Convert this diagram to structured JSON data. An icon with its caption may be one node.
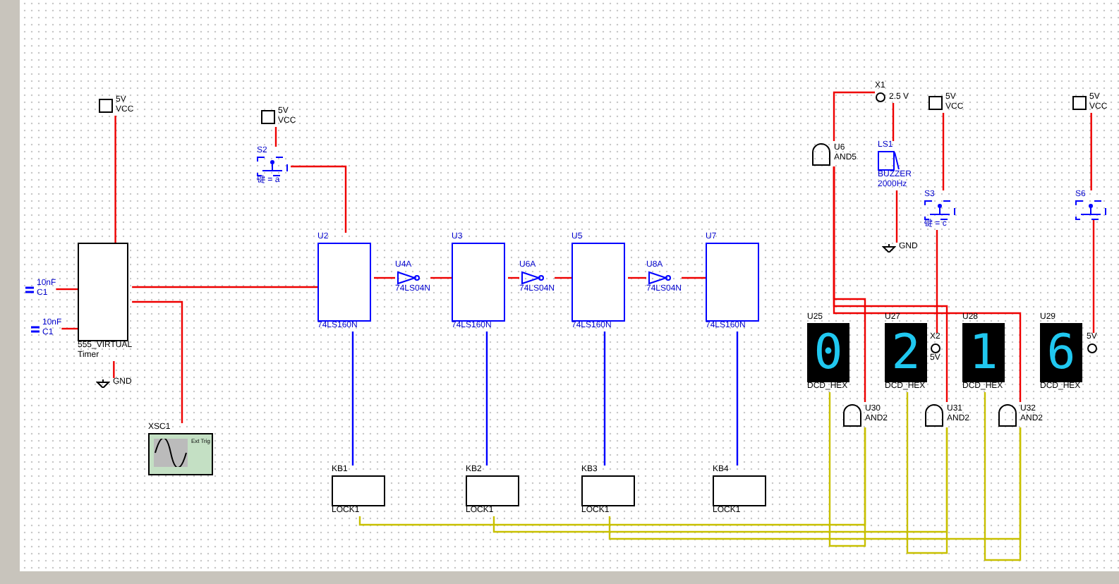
{
  "diagram": {
    "nodes": [
      {
        "text": [
          "5V",
          "VCC"
        ]
      },
      {
        "text": [
          "555_VIRTUAL",
          "Timer"
        ]
      },
      {
        "text": [
          "10nF",
          "C1"
        ]
      },
      {
        "text": [
          "10nF",
          "C1"
        ]
      },
      {
        "text": [
          "GND"
        ]
      },
      {
        "text": [
          "5V",
          "VCC"
        ]
      },
      {
        "text": [
          "S2",
          "键 = a"
        ]
      },
      {
        "text": [
          "XSC1",
          "Ext Trig"
        ]
      },
      {
        "text": [
          "U2",
          "74LS160N"
        ]
      },
      {
        "text": [
          "U3",
          "74LS160N"
        ]
      },
      {
        "text": [
          "U5",
          "74LS160N"
        ]
      },
      {
        "text": [
          "U7",
          "74LS160N"
        ]
      },
      {
        "text": [
          "U4A",
          "74LS04N"
        ]
      },
      {
        "text": [
          "U6A",
          "74LS04N"
        ]
      },
      {
        "text": [
          "U8A",
          "74LS04N"
        ]
      },
      {
        "text": [
          "KB1",
          "LOCK1"
        ]
      },
      {
        "text": [
          "KB2",
          "LOCK1"
        ]
      },
      {
        "text": [
          "KB3",
          "LOCK1"
        ]
      },
      {
        "text": [
          "KB4",
          "LOCK1"
        ]
      },
      {
        "text": [
          "X1",
          "2.5 V"
        ]
      },
      {
        "text": [
          "U6",
          "AND5"
        ]
      },
      {
        "text": [
          "LS1",
          "BUZZER",
          "2000Hz"
        ]
      },
      {
        "text": [
          "GND"
        ]
      },
      {
        "text": [
          "5V",
          "VCC"
        ]
      },
      {
        "text": [
          "S3",
          "键 = c"
        ]
      },
      {
        "text": [
          "5V",
          "VCC"
        ]
      },
      {
        "text": [
          "S6"
        ]
      },
      {
        "text": [
          "U25",
          "0",
          "DCD_HEX"
        ]
      },
      {
        "text": [
          "U27",
          "2",
          "DCD_HEX"
        ]
      },
      {
        "text": [
          "U28",
          "1",
          "DCD_HEX"
        ]
      },
      {
        "text": [
          "U29",
          "6",
          "DCD_HEX"
        ]
      },
      {
        "text": [
          "X2",
          "5V"
        ]
      },
      {
        "text": [
          "5V"
        ]
      },
      {
        "text": [
          "U30",
          "AND2"
        ]
      },
      {
        "text": [
          "U31",
          "AND2"
        ]
      },
      {
        "text": [
          "U32",
          "AND2"
        ]
      }
    ],
    "edges": [
      {
        "from": 0,
        "to": 1,
        "arrow": "none"
      },
      {
        "from": 1,
        "to": 4,
        "arrow": "none"
      },
      {
        "from": 2,
        "to": 1,
        "arrow": "none"
      },
      {
        "from": 3,
        "to": 1,
        "arrow": "none"
      },
      {
        "from": 1,
        "to": 7,
        "arrow": "none"
      },
      {
        "from": 1,
        "to": 8,
        "arrow": "none"
      },
      {
        "from": 5,
        "to": 6,
        "arrow": "none"
      },
      {
        "from": 6,
        "to": 8,
        "arrow": "none"
      },
      {
        "from": 8,
        "to": 12,
        "arrow": "none"
      },
      {
        "from": 12,
        "to": 9,
        "arrow": "none"
      },
      {
        "from": 9,
        "to": 13,
        "arrow": "none"
      },
      {
        "from": 13,
        "to": 10,
        "arrow": "none"
      },
      {
        "from": 10,
        "to": 14,
        "arrow": "none"
      },
      {
        "from": 14,
        "to": 11,
        "arrow": "none"
      },
      {
        "from": 8,
        "to": 15,
        "arrow": "none",
        "color": "#0000ff"
      },
      {
        "from": 9,
        "to": 16,
        "arrow": "none",
        "color": "#0000ff"
      },
      {
        "from": 10,
        "to": 17,
        "arrow": "none",
        "color": "#0000ff"
      },
      {
        "from": 11,
        "to": 18,
        "arrow": "none",
        "color": "#0000ff"
      },
      {
        "from": 19,
        "to": 20,
        "arrow": "none"
      },
      {
        "from": 19,
        "to": 21,
        "arrow": "none"
      },
      {
        "from": 21,
        "to": 22,
        "arrow": "none"
      },
      {
        "from": 20,
        "to": 33,
        "arrow": "none"
      },
      {
        "from": 20,
        "to": 34,
        "arrow": "none"
      },
      {
        "from": 20,
        "to": 35,
        "arrow": "none"
      },
      {
        "from": 23,
        "to": 24,
        "arrow": "none"
      },
      {
        "from": 24,
        "to": 31,
        "arrow": "none"
      },
      {
        "from": 25,
        "to": 26,
        "arrow": "none"
      },
      {
        "from": 26,
        "to": 32,
        "arrow": "none"
      },
      {
        "from": 15,
        "to": 33,
        "arrow": "none",
        "color": "#c8c000"
      },
      {
        "from": 16,
        "to": 34,
        "arrow": "none",
        "color": "#c8c000"
      },
      {
        "from": 17,
        "to": 35,
        "arrow": "none",
        "color": "#c8c000"
      },
      {
        "from": 27,
        "to": 33,
        "arrow": "none",
        "color": "#c8c000"
      },
      {
        "from": 28,
        "to": 34,
        "arrow": "none",
        "color": "#c8c000"
      },
      {
        "from": 29,
        "to": 35,
        "arrow": "none",
        "color": "#c8c000"
      }
    ]
  }
}
